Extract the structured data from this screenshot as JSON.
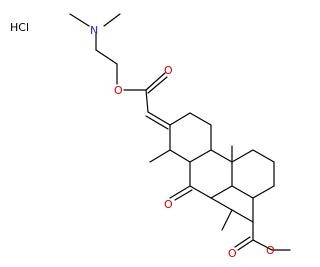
{
  "salt": "HCl",
  "atoms": {
    "amine_n": "N",
    "ester_o_link": "O",
    "ester_o_carbonyl": "O",
    "ketone_o": "O",
    "methyl_ester_o_carbonyl": "O",
    "methyl_ester_o_link": "O"
  },
  "colors": {
    "bond": "#000000",
    "oxygen": "#e00000",
    "nitrogen": "#1a1ae6",
    "background": "#ffffff"
  }
}
